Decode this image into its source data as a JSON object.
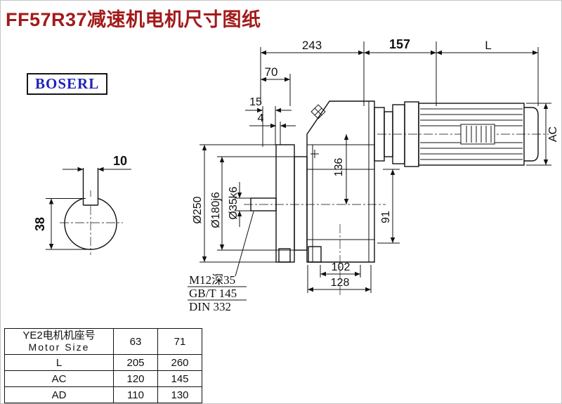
{
  "page": {
    "title": "FF57R37减速机电机尺寸图纸",
    "logo": "BOSERL"
  },
  "drawing": {
    "dims_top": {
      "d243": "243",
      "d157": "157",
      "dL": "L",
      "d70": "70",
      "d15": "15",
      "d4": "4"
    },
    "dims_left_view": {
      "keyway_width": "10",
      "shaft_height": "38"
    },
    "dims_vertical": {
      "d136": "136",
      "d91": "91",
      "dAC": "AC"
    },
    "dims_diameter": {
      "flange": "Ø250",
      "spigot": "Ø180j6",
      "shaft": "Ø35k6"
    },
    "dims_bottom": {
      "d102": "102",
      "d128": "128"
    },
    "notes": {
      "tap": "M12深35",
      "std1": "GB/T 145",
      "std2": "DIN 332"
    }
  },
  "table": {
    "header": {
      "cn": "YE2电机机座号",
      "en": "Motor Size"
    },
    "sizes": [
      "63",
      "71"
    ],
    "rows": [
      {
        "label": "L",
        "values": [
          "205",
          "260"
        ]
      },
      {
        "label": "AC",
        "values": [
          "120",
          "145"
        ]
      },
      {
        "label": "AD",
        "values": [
          "110",
          "130"
        ]
      }
    ]
  },
  "colors": {
    "title": "#a31a1a",
    "logo": "#2121bd",
    "line": "#111111"
  }
}
